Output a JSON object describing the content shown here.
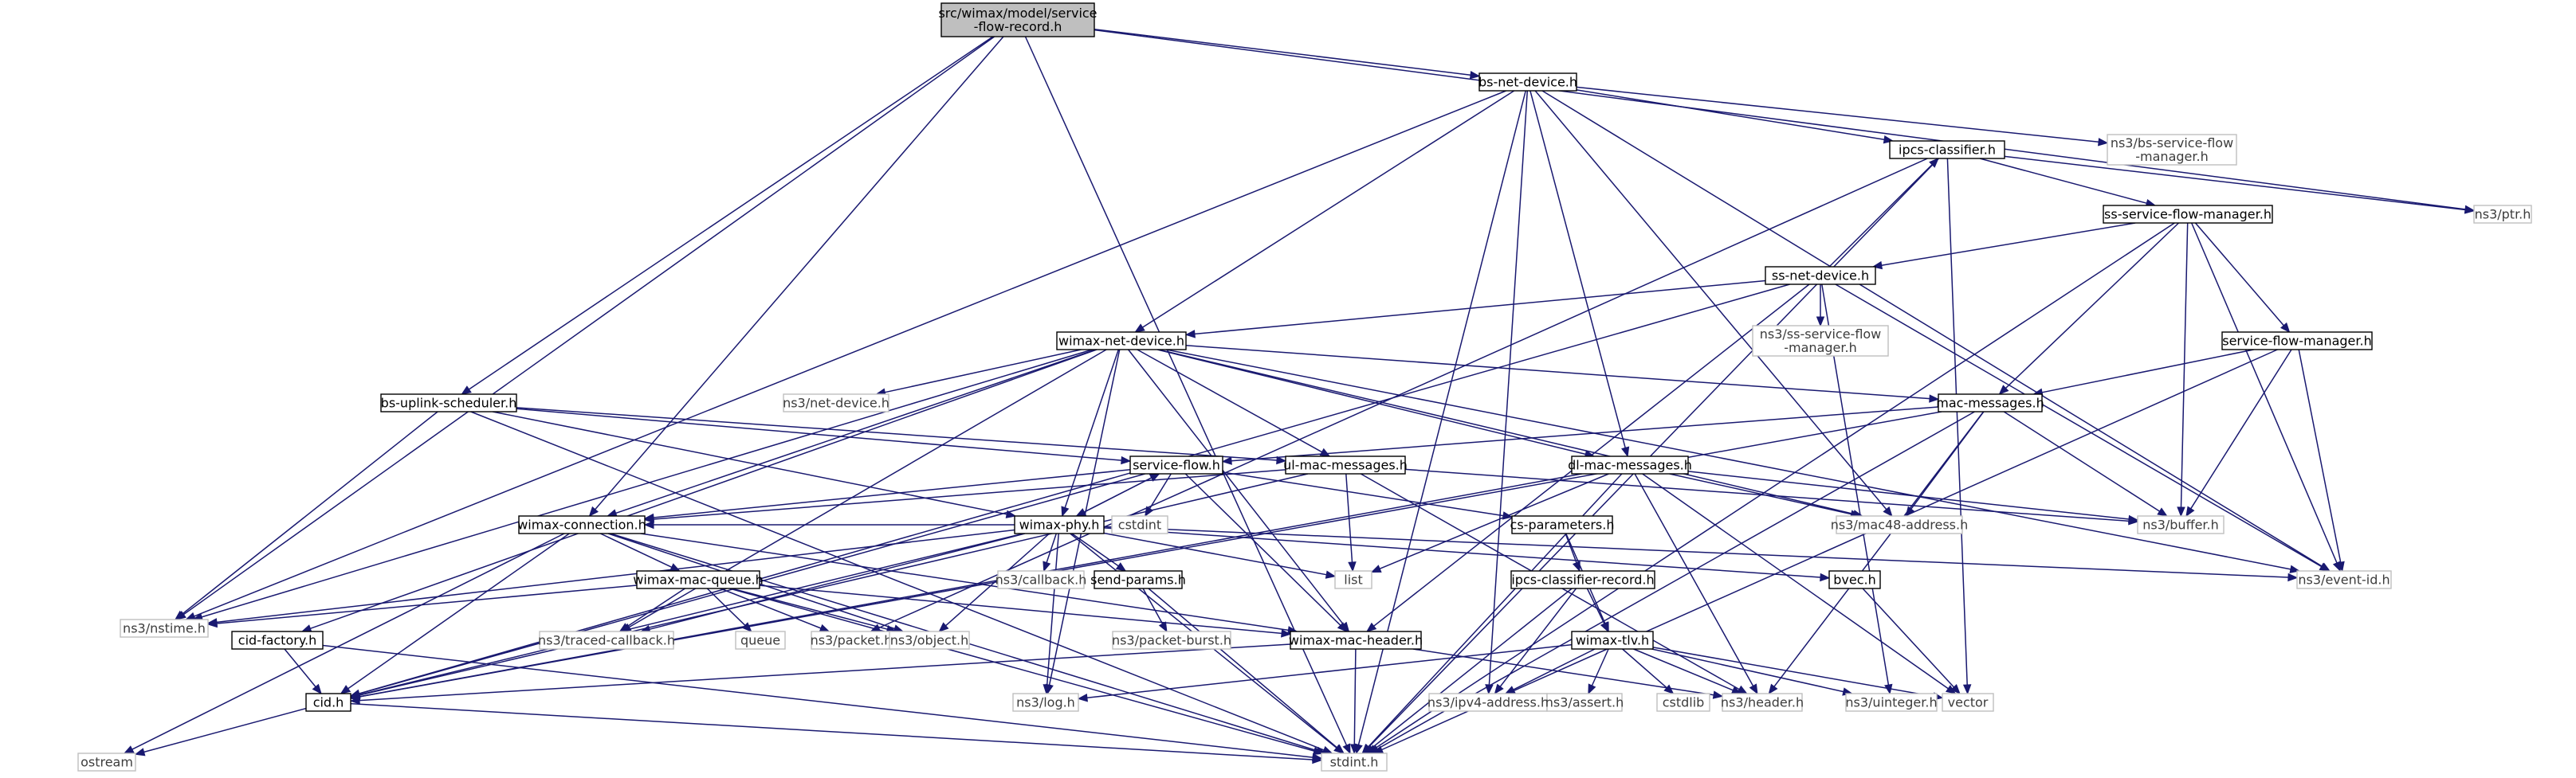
{
  "nodes": [
    {
      "id": "root",
      "lines": [
        "src/wimax/model/service",
        "-flow-record.h"
      ],
      "style": "root"
    },
    {
      "id": "bsnet",
      "lines": [
        "bs-net-device.h"
      ],
      "style": "file"
    },
    {
      "id": "ptr",
      "lines": [
        "ns3/ptr.h"
      ],
      "style": "ext"
    },
    {
      "id": "bssfm",
      "lines": [
        "ns3/bs-service-flow",
        "-manager.h"
      ],
      "style": "ext"
    },
    {
      "id": "ipcs",
      "lines": [
        "ipcs-classifier.h"
      ],
      "style": "file"
    },
    {
      "id": "sssfm",
      "lines": [
        "ss-service-flow-manager.h"
      ],
      "style": "file"
    },
    {
      "id": "ssnet",
      "lines": [
        "ss-net-device.h"
      ],
      "style": "file"
    },
    {
      "id": "sfm",
      "lines": [
        "service-flow-manager.h"
      ],
      "style": "file"
    },
    {
      "id": "ssh",
      "lines": [
        "ns3/ss-service-flow",
        "-manager.h"
      ],
      "style": "ext"
    },
    {
      "id": "wnet",
      "lines": [
        "wimax-net-device.h"
      ],
      "style": "file"
    },
    {
      "id": "netdev",
      "lines": [
        "ns3/net-device.h"
      ],
      "style": "ext"
    },
    {
      "id": "macmsg",
      "lines": [
        "mac-messages.h"
      ],
      "style": "file"
    },
    {
      "id": "bsup",
      "lines": [
        "bs-uplink-scheduler.h"
      ],
      "style": "file"
    },
    {
      "id": "sflow",
      "lines": [
        "service-flow.h"
      ],
      "style": "file"
    },
    {
      "id": "ulmac",
      "lines": [
        "ul-mac-messages.h"
      ],
      "style": "file"
    },
    {
      "id": "dlmac",
      "lines": [
        "dl-mac-messages.h"
      ],
      "style": "file"
    },
    {
      "id": "cstdint",
      "lines": [
        "cstdint"
      ],
      "style": "ext"
    },
    {
      "id": "wphy",
      "lines": [
        "wimax-phy.h"
      ],
      "style": "file"
    },
    {
      "id": "wconn",
      "lines": [
        "wimax-connection.h"
      ],
      "style": "file"
    },
    {
      "id": "csparam",
      "lines": [
        "cs-parameters.h"
      ],
      "style": "file"
    },
    {
      "id": "mac48",
      "lines": [
        "ns3/mac48-address.h"
      ],
      "style": "ext"
    },
    {
      "id": "buffer",
      "lines": [
        "ns3/buffer.h"
      ],
      "style": "ext"
    },
    {
      "id": "eventid",
      "lines": [
        "ns3/event-id.h"
      ],
      "style": "ext"
    },
    {
      "id": "list",
      "lines": [
        "list"
      ],
      "style": "ext"
    },
    {
      "id": "callback",
      "lines": [
        "ns3/callback.h"
      ],
      "style": "ext"
    },
    {
      "id": "sendp",
      "lines": [
        "send-params.h"
      ],
      "style": "file"
    },
    {
      "id": "ipcsrec",
      "lines": [
        "ipcs-classifier-record.h"
      ],
      "style": "file"
    },
    {
      "id": "bvec",
      "lines": [
        "bvec.h"
      ],
      "style": "file"
    },
    {
      "id": "wqueue",
      "lines": [
        "wimax-mac-queue.h"
      ],
      "style": "file"
    },
    {
      "id": "nstime",
      "lines": [
        "ns3/nstime.h"
      ],
      "style": "ext"
    },
    {
      "id": "cidfac",
      "lines": [
        "cid-factory.h"
      ],
      "style": "file"
    },
    {
      "id": "traced",
      "lines": [
        "ns3/traced-callback.h"
      ],
      "style": "ext"
    },
    {
      "id": "queue",
      "lines": [
        "queue"
      ],
      "style": "ext"
    },
    {
      "id": "packet",
      "lines": [
        "ns3/packet.h"
      ],
      "style": "ext"
    },
    {
      "id": "object",
      "lines": [
        "ns3/object.h"
      ],
      "style": "ext"
    },
    {
      "id": "pburst",
      "lines": [
        "ns3/packet-burst.h"
      ],
      "style": "ext"
    },
    {
      "id": "wmh",
      "lines": [
        "wimax-mac-header.h"
      ],
      "style": "file"
    },
    {
      "id": "wtlv",
      "lines": [
        "wimax-tlv.h"
      ],
      "style": "file"
    },
    {
      "id": "cid",
      "lines": [
        "cid.h"
      ],
      "style": "file"
    },
    {
      "id": "log",
      "lines": [
        "ns3/log.h"
      ],
      "style": "ext"
    },
    {
      "id": "ipv4",
      "lines": [
        "ns3/ipv4-address.h"
      ],
      "style": "ext"
    },
    {
      "id": "assert",
      "lines": [
        "ns3/assert.h"
      ],
      "style": "ext"
    },
    {
      "id": "cstdlib",
      "lines": [
        "cstdlib"
      ],
      "style": "ext"
    },
    {
      "id": "header",
      "lines": [
        "ns3/header.h"
      ],
      "style": "ext"
    },
    {
      "id": "uinteger",
      "lines": [
        "ns3/uinteger.h"
      ],
      "style": "ext"
    },
    {
      "id": "vector",
      "lines": [
        "vector"
      ],
      "style": "ext"
    },
    {
      "id": "ostream",
      "lines": [
        "ostream"
      ],
      "style": "ext"
    },
    {
      "id": "stdint",
      "lines": [
        "stdint.h"
      ],
      "style": "ext"
    }
  ],
  "edges": [
    [
      "root",
      "bsnet"
    ],
    [
      "root",
      "ptr"
    ],
    [
      "root",
      "nstime"
    ],
    [
      "root",
      "bsup"
    ],
    [
      "root",
      "wconn"
    ],
    [
      "root",
      "stdint"
    ],
    [
      "bsnet",
      "ipcs"
    ],
    [
      "bsnet",
      "bssfm"
    ],
    [
      "bsnet",
      "wnet"
    ],
    [
      "bsnet",
      "dlmac"
    ],
    [
      "bsnet",
      "mac48"
    ],
    [
      "bsnet",
      "eventid"
    ],
    [
      "bsnet",
      "ipv4"
    ],
    [
      "bsnet",
      "nstime"
    ],
    [
      "bsnet",
      "stdint"
    ],
    [
      "ipcs",
      "ptr"
    ],
    [
      "ipcs",
      "sssfm"
    ],
    [
      "ipcs",
      "vector"
    ],
    [
      "ipcs",
      "packet"
    ],
    [
      "ipcs",
      "stdint"
    ],
    [
      "sssfm",
      "ssnet"
    ],
    [
      "sssfm",
      "sfm"
    ],
    [
      "sssfm",
      "macmsg"
    ],
    [
      "sssfm",
      "buffer"
    ],
    [
      "sssfm",
      "eventid"
    ],
    [
      "sssfm",
      "stdint"
    ],
    [
      "ssnet",
      "ipcs"
    ],
    [
      "ssnet",
      "ssh"
    ],
    [
      "ssnet",
      "wnet"
    ],
    [
      "ssnet",
      "wmh"
    ],
    [
      "ssnet",
      "uinteger"
    ],
    [
      "ssnet",
      "eventid"
    ],
    [
      "ssnet",
      "cid"
    ],
    [
      "sfm",
      "macmsg"
    ],
    [
      "sfm",
      "buffer"
    ],
    [
      "sfm",
      "eventid"
    ],
    [
      "sfm",
      "stdint"
    ],
    [
      "wnet",
      "netdev"
    ],
    [
      "wnet",
      "macmsg"
    ],
    [
      "wnet",
      "ulmac"
    ],
    [
      "wnet",
      "dlmac"
    ],
    [
      "wnet",
      "wphy"
    ],
    [
      "wnet",
      "wconn"
    ],
    [
      "wnet",
      "wmh"
    ],
    [
      "wnet",
      "cidfac"
    ],
    [
      "wnet",
      "nstime"
    ],
    [
      "wnet",
      "traced"
    ],
    [
      "wnet",
      "log"
    ],
    [
      "wnet",
      "mac48"
    ],
    [
      "wnet",
      "eventid"
    ],
    [
      "macmsg",
      "sflow"
    ],
    [
      "macmsg",
      "mac48"
    ],
    [
      "macmsg",
      "buffer"
    ],
    [
      "macmsg",
      "header"
    ],
    [
      "macmsg",
      "stdint"
    ],
    [
      "macmsg",
      "cid"
    ],
    [
      "bsup",
      "sflow"
    ],
    [
      "bsup",
      "ulmac"
    ],
    [
      "bsup",
      "wphy"
    ],
    [
      "bsup",
      "nstime"
    ],
    [
      "bsup",
      "stdint"
    ],
    [
      "sflow",
      "cstdint"
    ],
    [
      "sflow",
      "wphy"
    ],
    [
      "sflow",
      "wconn"
    ],
    [
      "sflow",
      "csparam"
    ],
    [
      "sflow",
      "wmh"
    ],
    [
      "sflow",
      "cid"
    ],
    [
      "ulmac",
      "wconn"
    ],
    [
      "ulmac",
      "list"
    ],
    [
      "ulmac",
      "buffer"
    ],
    [
      "ulmac",
      "header"
    ],
    [
      "ulmac",
      "cid"
    ],
    [
      "dlmac",
      "list"
    ],
    [
      "dlmac",
      "mac48"
    ],
    [
      "dlmac",
      "buffer"
    ],
    [
      "dlmac",
      "header"
    ],
    [
      "dlmac",
      "vector"
    ],
    [
      "dlmac",
      "stdint"
    ],
    [
      "dlmac",
      "cid"
    ],
    [
      "wphy",
      "sflow"
    ],
    [
      "wphy",
      "wconn"
    ],
    [
      "wphy",
      "callback"
    ],
    [
      "wphy",
      "sendp"
    ],
    [
      "wphy",
      "list"
    ],
    [
      "wphy",
      "bvec"
    ],
    [
      "wphy",
      "eventid"
    ],
    [
      "wphy",
      "nstime"
    ],
    [
      "wphy",
      "traced"
    ],
    [
      "wphy",
      "object"
    ],
    [
      "wphy",
      "log"
    ],
    [
      "wphy",
      "stdint"
    ],
    [
      "wphy",
      "cid"
    ],
    [
      "wconn",
      "wqueue"
    ],
    [
      "wconn",
      "wmh"
    ],
    [
      "wconn",
      "object"
    ],
    [
      "wconn",
      "cid"
    ],
    [
      "wconn",
      "ostream"
    ],
    [
      "wconn",
      "stdint"
    ],
    [
      "csparam",
      "ipcsrec"
    ],
    [
      "csparam",
      "wtlv"
    ],
    [
      "ipcsrec",
      "wtlv"
    ],
    [
      "ipcsrec",
      "ipv4"
    ],
    [
      "ipcsrec",
      "stdint"
    ],
    [
      "sendp",
      "pburst"
    ],
    [
      "sendp",
      "stdint"
    ],
    [
      "bvec",
      "vector"
    ],
    [
      "wqueue",
      "wmh"
    ],
    [
      "wqueue",
      "nstime"
    ],
    [
      "wqueue",
      "traced"
    ],
    [
      "wqueue",
      "queue"
    ],
    [
      "wqueue",
      "packet"
    ],
    [
      "wqueue",
      "object"
    ],
    [
      "wqueue",
      "stdint"
    ],
    [
      "cidfac",
      "cid"
    ],
    [
      "cidfac",
      "stdint"
    ],
    [
      "wmh",
      "cid"
    ],
    [
      "wmh",
      "header"
    ],
    [
      "wmh",
      "stdint"
    ],
    [
      "wtlv",
      "log"
    ],
    [
      "wtlv",
      "ipv4"
    ],
    [
      "wtlv",
      "assert"
    ],
    [
      "wtlv",
      "cstdlib"
    ],
    [
      "wtlv",
      "header"
    ],
    [
      "wtlv",
      "uinteger"
    ],
    [
      "wtlv",
      "vector"
    ],
    [
      "cid",
      "ostream"
    ],
    [
      "cid",
      "stdint"
    ]
  ]
}
